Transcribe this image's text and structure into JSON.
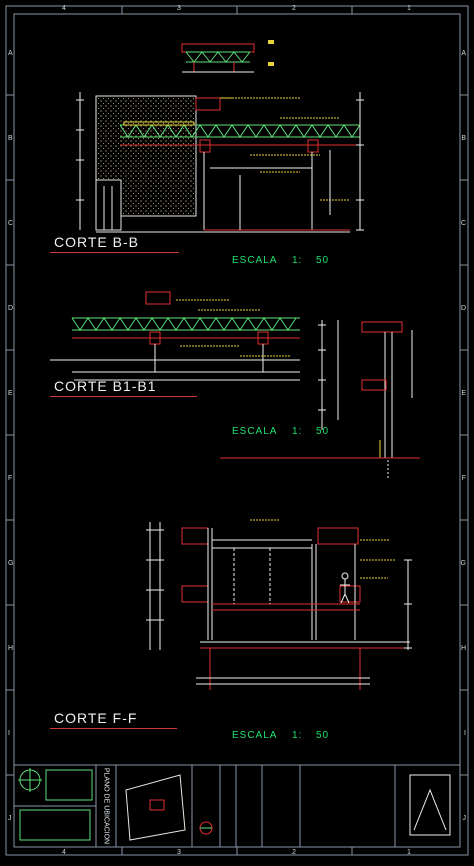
{
  "drawing": {
    "sections": [
      {
        "title": "CORTE B-B",
        "scale_label": "ESCALA",
        "ratio": "1:",
        "value": "50"
      },
      {
        "title": "CORTE B1-B1",
        "scale_label": "ESCALA",
        "ratio": "1:",
        "value": "50"
      },
      {
        "title": "CORTE F-F",
        "scale_label": "ESCALA",
        "ratio": "1:",
        "value": "50"
      }
    ],
    "frame_rows": [
      "A",
      "B",
      "C",
      "D",
      "E",
      "F",
      "G",
      "H",
      "I",
      "J"
    ],
    "frame_cols": [
      "1",
      "2",
      "3",
      "4"
    ],
    "colors": {
      "background": "#000000",
      "section_line": "#d23a3a",
      "scale_text": "#1ee06e",
      "frame": "#8a96a8",
      "truss": "#5fe07a",
      "structure": "#e02f2f",
      "dimension": "#f0f0f0",
      "annotation": "#e8d23a",
      "hatch": "#d9c98a"
    },
    "title_block": {
      "plan_label": "PLANO DE UBICACION",
      "icons": [
        "north-arrow-icon",
        "company-logo-icon"
      ]
    }
  }
}
